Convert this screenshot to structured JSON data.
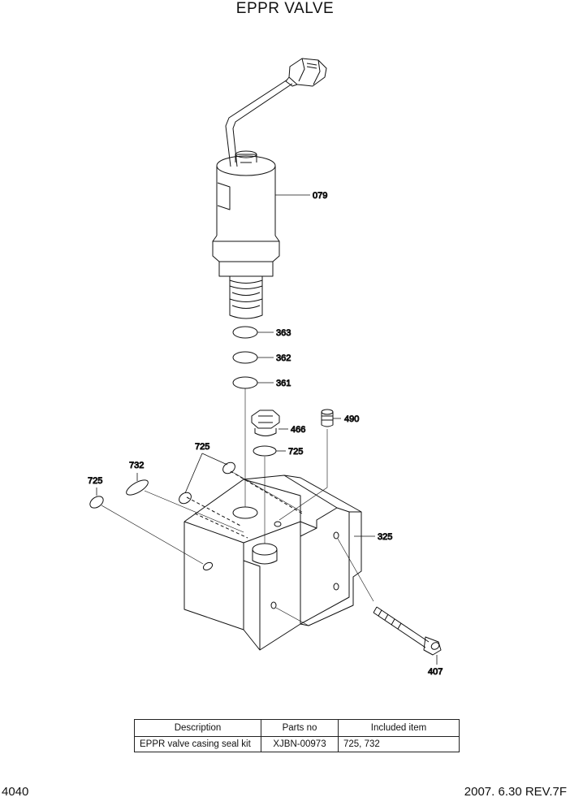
{
  "page": {
    "title": "EPPR VALVE",
    "page_number": "4040",
    "revision": "2007. 6.30  REV.7F"
  },
  "callouts": {
    "p079": "079",
    "p363": "363",
    "p362": "362",
    "p361": "361",
    "p466": "466",
    "p490": "490",
    "p725_center": "725",
    "p725_top": "725",
    "p732": "732",
    "p725_left": "725",
    "p325": "325",
    "p407": "407"
  },
  "kit_table": {
    "headers": [
      "Description",
      "Parts no",
      "Included item"
    ],
    "rows": [
      [
        "EPPR valve casing seal kit",
        "XJBN-00973",
        "725, 732"
      ]
    ]
  }
}
